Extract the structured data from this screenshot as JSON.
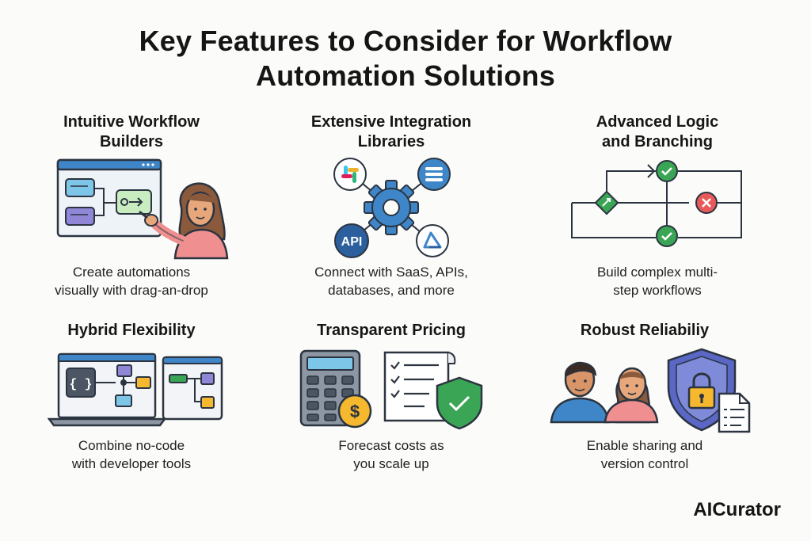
{
  "title": {
    "line1": "Key Features to Consider for Workflow",
    "line2": "Automation Solutions"
  },
  "features": [
    {
      "title_lines": [
        "Intuitive Workflow",
        "Builders"
      ],
      "desc_lines": [
        "Create automations",
        "visually with drag-an-drop"
      ],
      "icons": [
        "workflow-builder-window-icon",
        "woman-pointing-icon"
      ]
    },
    {
      "title_lines": [
        "Extensive Integration",
        "Libraries"
      ],
      "desc_lines": [
        "Connect with SaaS, APIs,",
        "databases, and more"
      ],
      "icons": [
        "gear-icon",
        "slack-icon",
        "database-icon",
        "api-icon",
        "cloud-app-icon"
      ],
      "api_label": "API"
    },
    {
      "title_lines": [
        "Advanced Logic",
        "and Branching"
      ],
      "desc_lines": [
        "Build complex multi-",
        "step workflows"
      ],
      "icons": [
        "decision-diamond-icon",
        "check-circle-icon",
        "x-circle-icon"
      ]
    },
    {
      "title_lines": [
        "Hybrid Flexibility",
        ""
      ],
      "desc_lines": [
        "Combine no-code",
        "with developer tools"
      ],
      "icons": [
        "laptop-icon",
        "code-braces-icon",
        "tablet-flow-icon"
      ],
      "code_label": "{ }"
    },
    {
      "title_lines": [
        "Transparent Pricing",
        ""
      ],
      "desc_lines": [
        "Forecast costs as",
        "you scale up"
      ],
      "icons": [
        "calculator-icon",
        "dollar-coin-icon",
        "checklist-icon",
        "shield-check-icon"
      ],
      "coin_label": "$"
    },
    {
      "title_lines": [
        "Robust Reliabiliy",
        ""
      ],
      "desc_lines": [
        "Enable sharing and",
        "version control"
      ],
      "icons": [
        "man-avatar-icon",
        "woman-avatar-icon",
        "shield-lock-icon",
        "document-icon"
      ]
    }
  ],
  "brand": "AICurator",
  "colors": {
    "blue": "#3f86c9",
    "dark_blue": "#2c5f9e",
    "green": "#3aa655",
    "red": "#e85a5a",
    "yellow": "#f5b82e",
    "purple": "#8f86d8",
    "skin": "#e8a77a",
    "pink": "#ef8f8f"
  }
}
